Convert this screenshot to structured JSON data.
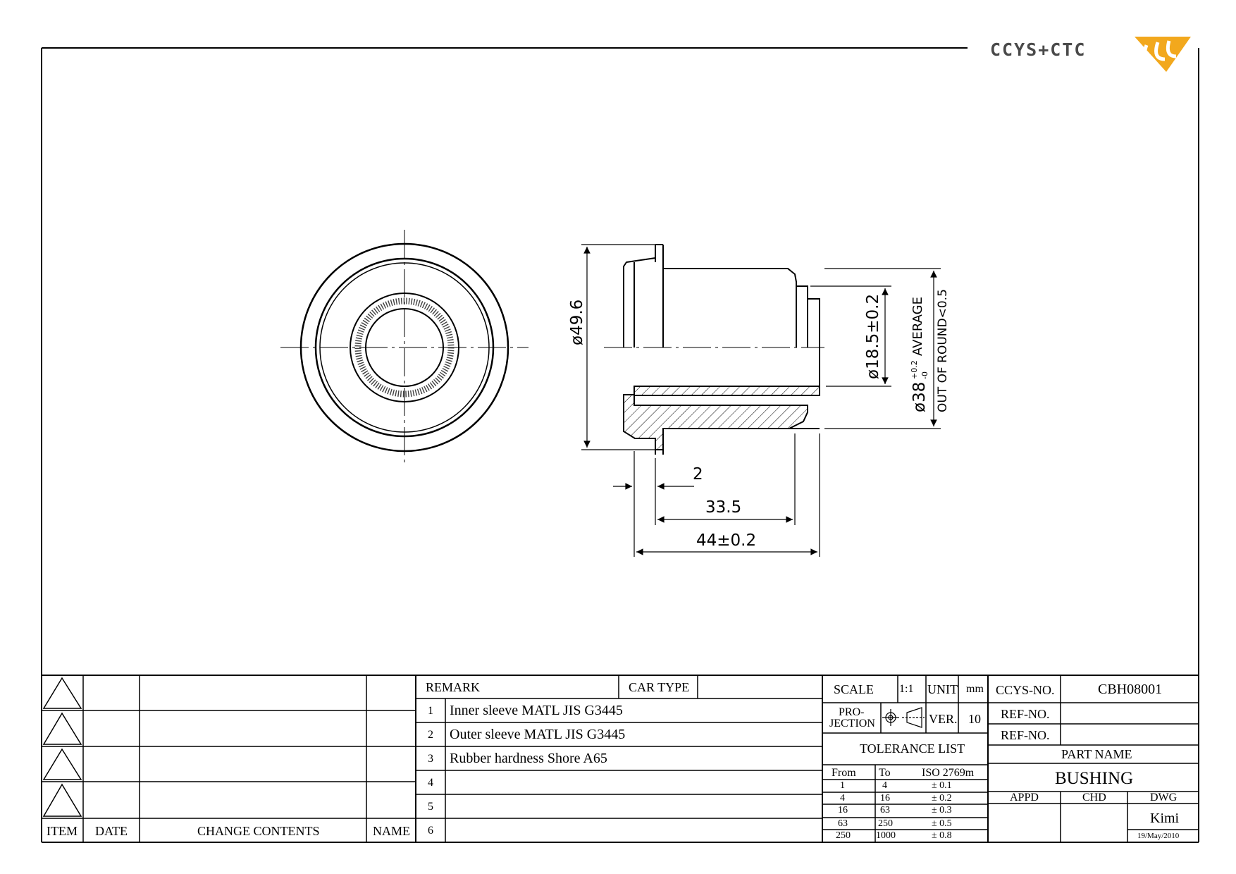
{
  "logo": {
    "text": "CCYS+CTC",
    "accent": "#f2a81d",
    "text_color": "#4a4a4a"
  },
  "dimensions": {
    "d_outer": "ø49.6",
    "d_inner": "ø18.5±0.2",
    "d_sleeve": "ø38",
    "d_sleeve_tol_upper": "+0.2",
    "d_sleeve_tol_lower": "-0",
    "d_sleeve_note": "AVERAGE",
    "out_of_round": "OUT OF ROUND<0.5",
    "flange": "2",
    "sleeve_len": "33.5",
    "total_len": "44±0.2"
  },
  "revision": {
    "headers": {
      "item": "ITEM",
      "date": "DATE",
      "contents": "CHANGE CONTENTS",
      "name": "NAME"
    }
  },
  "remarks": {
    "header": "REMARK",
    "car_type": "CAR TYPE",
    "rows": [
      {
        "no": "1",
        "text": "Inner sleeve MATL JIS G3445"
      },
      {
        "no": "2",
        "text": "Outer sleeve MATL JIS G3445"
      },
      {
        "no": "3",
        "text": "Rubber hardness Shore A65"
      },
      {
        "no": "4",
        "text": ""
      },
      {
        "no": "5",
        "text": ""
      },
      {
        "no": "6",
        "text": ""
      }
    ]
  },
  "spec": {
    "scale_label": "SCALE",
    "scale": "1:1",
    "unit_label": "UNIT",
    "unit": "mm",
    "projection_1": "PRO-",
    "projection_2": "JECTION",
    "ver_label": "VER.",
    "ver": "10"
  },
  "tolerance": {
    "title": "TOLERANCE LIST",
    "headers": {
      "from": "From",
      "to": "To",
      "iso": "ISO 2769m"
    },
    "rows": [
      {
        "from": "1",
        "to": "4",
        "tol": "± 0.1"
      },
      {
        "from": "4",
        "to": "16",
        "tol": "± 0.2"
      },
      {
        "from": "16",
        "to": "63",
        "tol": "± 0.3"
      },
      {
        "from": "63",
        "to": "250",
        "tol": "± 0.5"
      },
      {
        "from": "250",
        "to": "1000",
        "tol": "± 0.8"
      }
    ]
  },
  "title_block": {
    "ccys_label": "CCYS-NO.",
    "ccys_no": "CBH08001",
    "ref_label": "REF-NO.",
    "ref_label_2": "REF-NO.",
    "part_name_label": "PART NAME",
    "part_name": "BUSHING",
    "appd": "APPD",
    "chd": "CHD",
    "dwg": "DWG",
    "drawn_by": "Kimi",
    "date": "19/May/2010"
  }
}
